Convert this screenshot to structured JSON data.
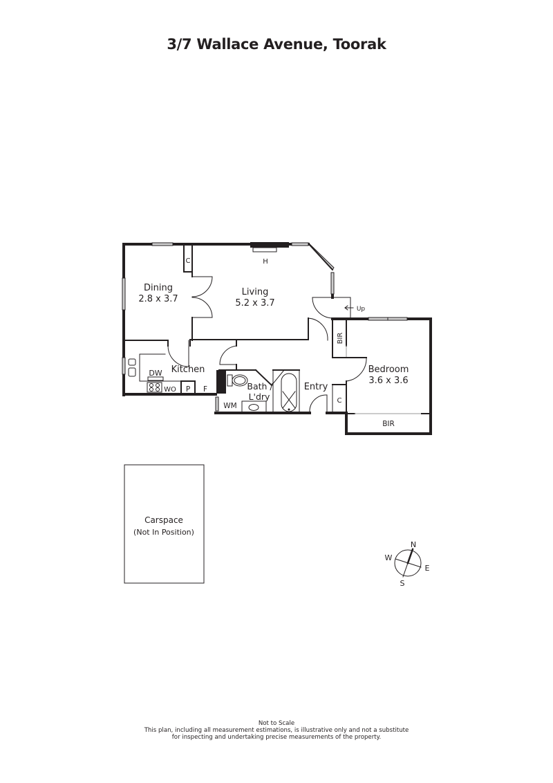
{
  "title": "3/7 Wallace Avenue, Toorak",
  "rooms": {
    "dining": {
      "name": "Dining",
      "dims": "2.8 x 3.7"
    },
    "living": {
      "name": "Living",
      "dims": "5.2 x 3.7"
    },
    "kitchen": {
      "name": "Kitchen"
    },
    "bath": {
      "name_line1": "Bath /",
      "name_line2": "L'dry"
    },
    "entry": {
      "name": "Entry"
    },
    "bedroom": {
      "name": "Bedroom",
      "dims": "3.6 x 3.6"
    },
    "carspace": {
      "name": "Carspace",
      "note": "(Not In Position)"
    }
  },
  "fixtures": {
    "heater": "H",
    "cupboard_dining": "C",
    "cupboard_entry": "C",
    "bir_entry": "BIR",
    "bir_bedroom": "BIR",
    "dishwasher": "DW",
    "wall_oven": "WO",
    "pantry": "P",
    "fridge": "F",
    "washing_machine": "WM",
    "stairs_up": "Up"
  },
  "compass": {
    "n": "N",
    "e": "E",
    "s": "S",
    "w": "W"
  },
  "footer": {
    "line1": "Not to Scale",
    "line2": "This plan, including all measurement estimations, is illustrative only and not a substitute",
    "line3": "for inspecting and undertaking precise measurements of the property."
  },
  "colors": {
    "wall": "#231f20",
    "window": "#b5b5b5",
    "background": "#ffffff"
  }
}
